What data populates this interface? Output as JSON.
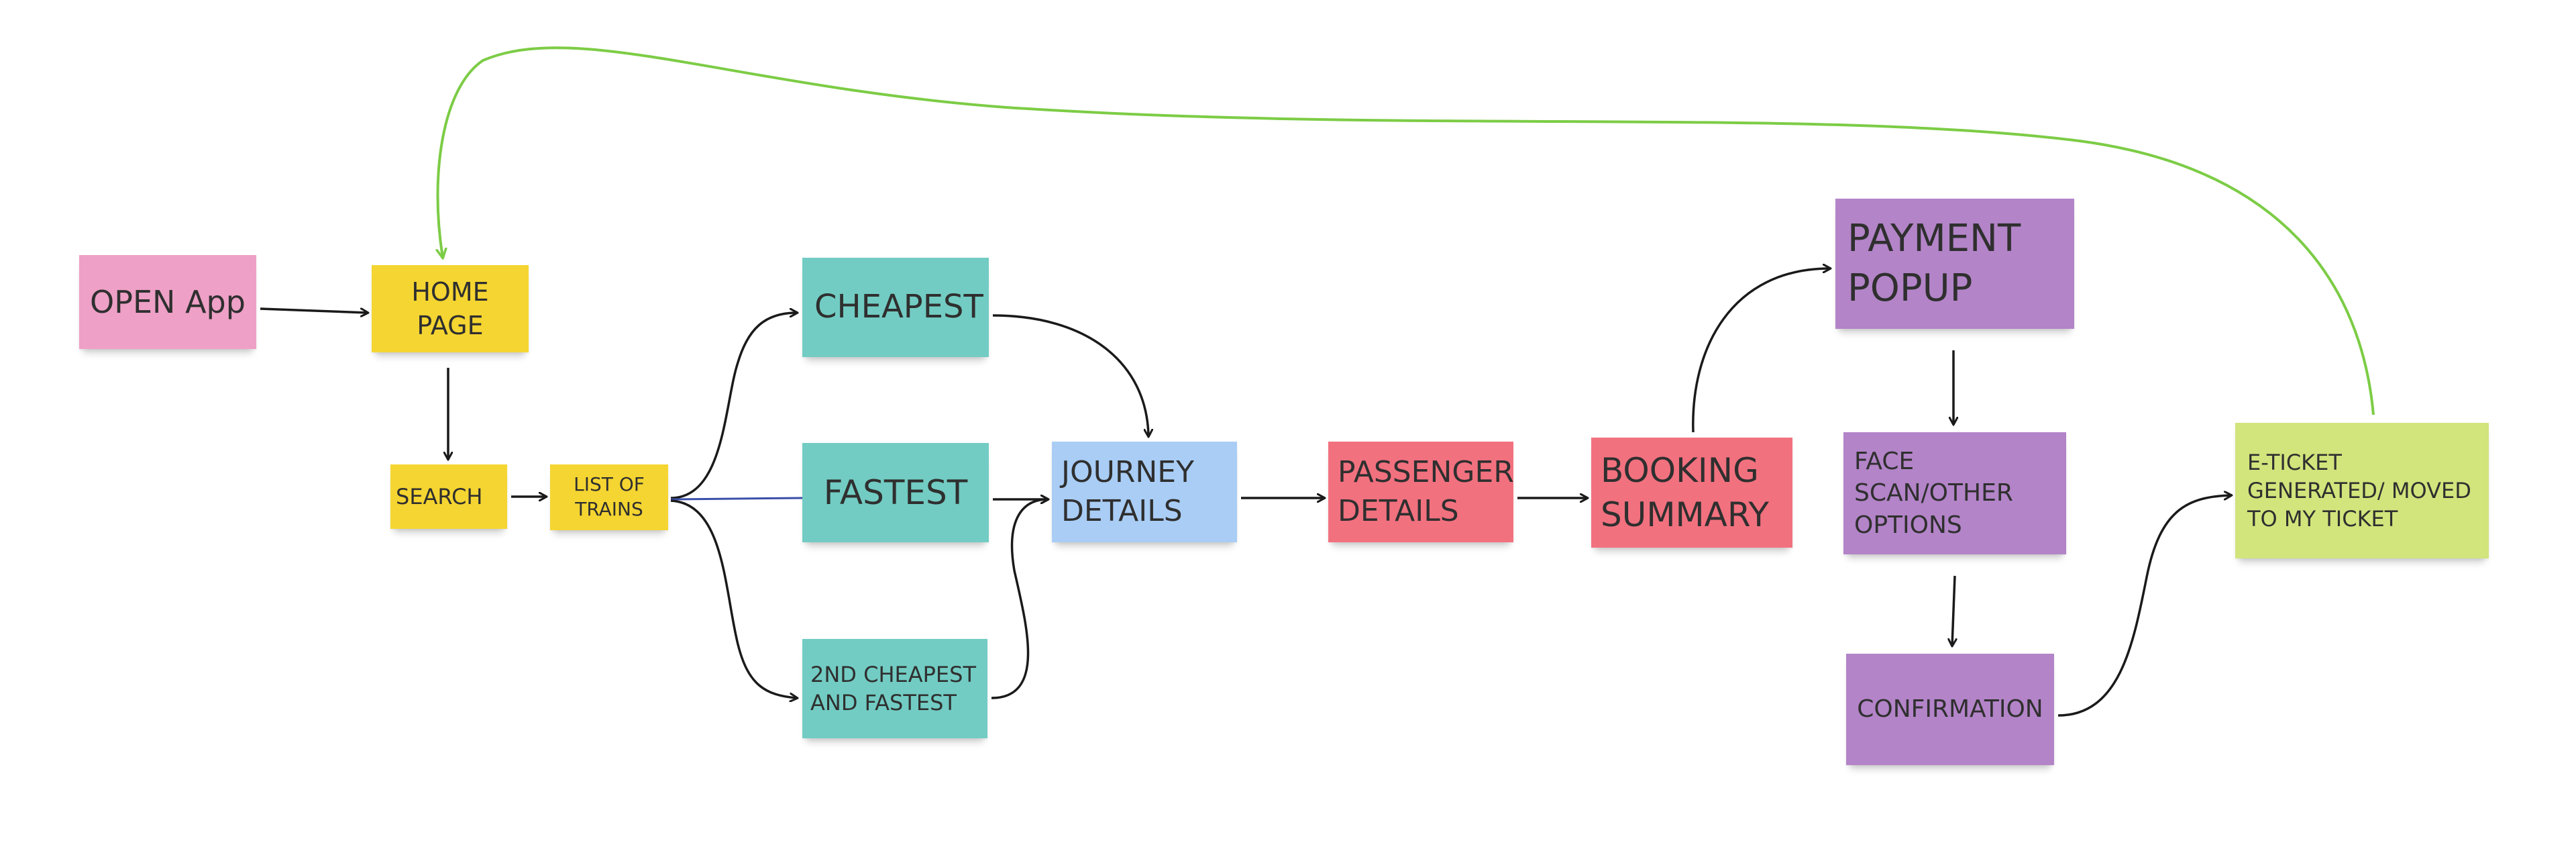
{
  "diagram": {
    "nodes": [
      {
        "id": "open",
        "text": "OPEN App",
        "color": "#eea0c6"
      },
      {
        "id": "home",
        "text": "HOME\nPAGE",
        "color": "#f5d531"
      },
      {
        "id": "search",
        "text": "SEARCH",
        "color": "#f5d531"
      },
      {
        "id": "list",
        "text": "LIST OF\nTRAINS",
        "color": "#f5d531"
      },
      {
        "id": "cheapest",
        "text": "CHEAPEST",
        "color": "#72ccc3"
      },
      {
        "id": "fastest",
        "text": "FASTEST",
        "color": "#72ccc3"
      },
      {
        "id": "second",
        "text": "2ND CHEAPEST\nAND FASTEST",
        "color": "#72ccc3"
      },
      {
        "id": "journey",
        "text": "JOURNEY\nDETAILS",
        "color": "#a9cdf5"
      },
      {
        "id": "passenger",
        "text": "PASSENGER\nDETAILS",
        "color": "#f2717f"
      },
      {
        "id": "booking",
        "text": "BOOKING\nSUMMARY",
        "color": "#f2717f"
      },
      {
        "id": "payment",
        "text": "PAYMENT\nPOPUP",
        "color": "#b384c8"
      },
      {
        "id": "face",
        "text": "FACE\nSCAN/OTHER\nOPTIONS",
        "color": "#b384c8"
      },
      {
        "id": "confirm",
        "text": "CONFIRMATION",
        "color": "#b384c8"
      },
      {
        "id": "eticket",
        "text": "E-TICKET\nGENERATED/ MOVED\nTO MY TICKET",
        "color": "#d2e47c"
      }
    ],
    "edges": [
      {
        "from": "open",
        "to": "home"
      },
      {
        "from": "home",
        "to": "search"
      },
      {
        "from": "search",
        "to": "list"
      },
      {
        "from": "list",
        "to": "cheapest"
      },
      {
        "from": "list",
        "to": "fastest"
      },
      {
        "from": "list",
        "to": "second"
      },
      {
        "from": "cheapest",
        "to": "journey"
      },
      {
        "from": "fastest",
        "to": "journey"
      },
      {
        "from": "second",
        "to": "journey"
      },
      {
        "from": "journey",
        "to": "passenger"
      },
      {
        "from": "passenger",
        "to": "booking"
      },
      {
        "from": "booking",
        "to": "payment"
      },
      {
        "from": "payment",
        "to": "face"
      },
      {
        "from": "face",
        "to": "confirm"
      },
      {
        "from": "confirm",
        "to": "eticket"
      },
      {
        "from": "eticket",
        "to": "home"
      }
    ],
    "colors": {
      "arrow": "#1a1a1a",
      "loop_arrow": "#7ccc45",
      "list_fastest_line": "#3a4fa8"
    }
  }
}
